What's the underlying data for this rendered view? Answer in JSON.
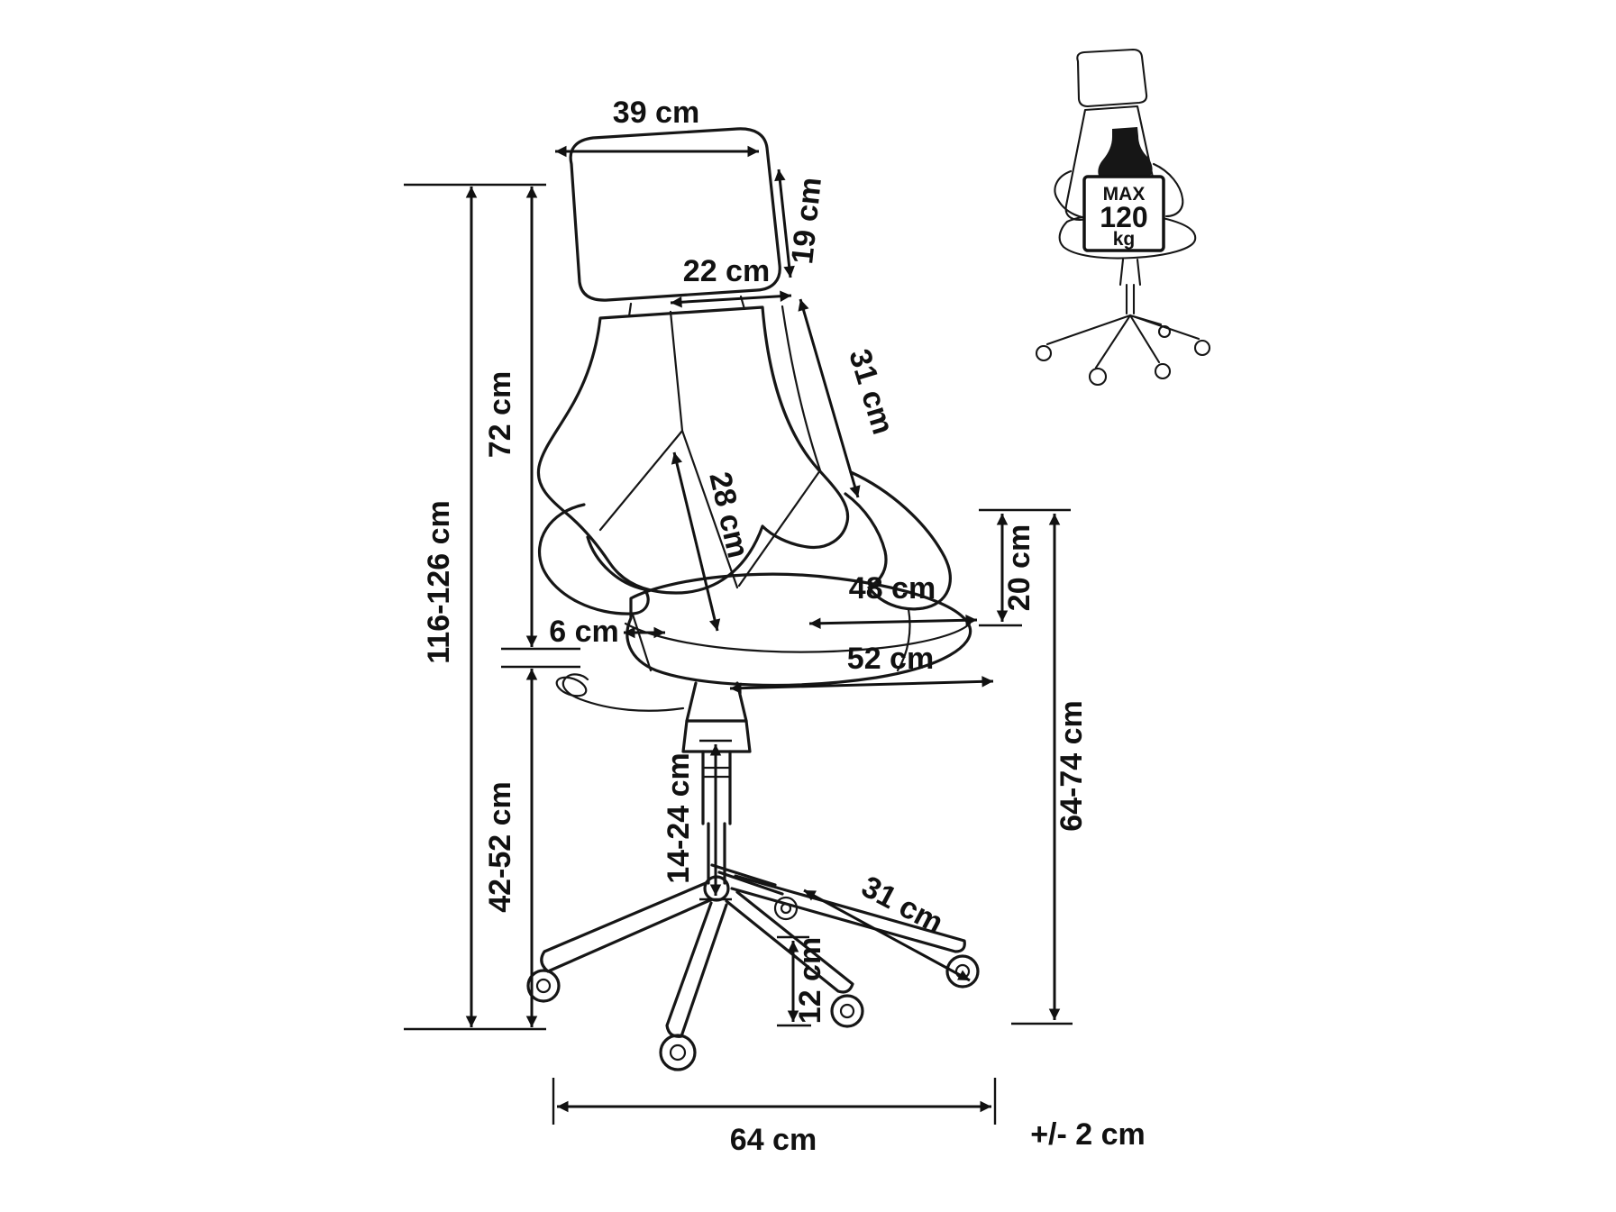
{
  "diagram": {
    "tolerance_note": "+/- 2 cm",
    "max_load": {
      "line1": "MAX",
      "line2": "120",
      "line3": "kg"
    },
    "dimensions": {
      "headrest_width": "39 cm",
      "headrest_height": "19 cm",
      "backrest_top_width": "22 cm",
      "backrest_panel_height": "31 cm",
      "backrest_height": "72 cm",
      "total_height": "116-126 cm",
      "backrest_seam": "28 cm",
      "armrest_thickness": "6 cm",
      "seat_width": "48 cm",
      "seat_depth": "52 cm",
      "armrest_above_seat": "20 cm",
      "armrest_height": "64-74 cm",
      "seat_height": "42-52 cm",
      "gas_lift_range": "14-24 cm",
      "base_leg_length": "31 cm",
      "caster_height": "12 cm",
      "base_width": "64 cm"
    }
  }
}
